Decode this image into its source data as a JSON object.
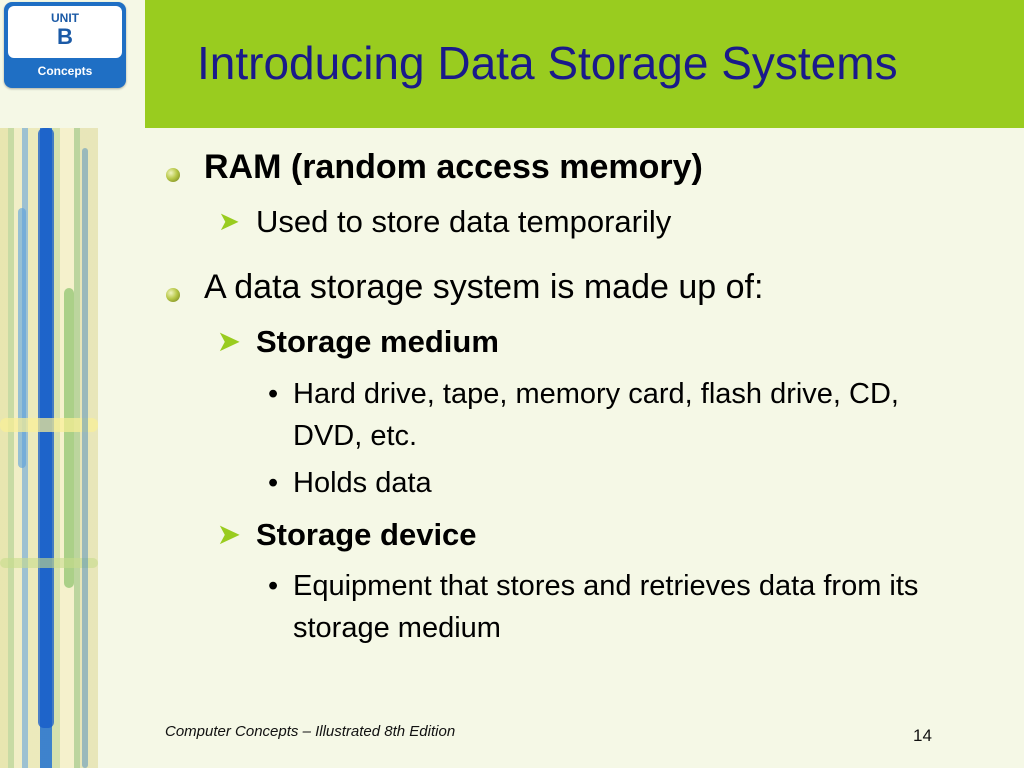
{
  "badge": {
    "unit_label": "UNIT",
    "unit_letter": "B",
    "subtitle": "Concepts"
  },
  "title": "Introducing Data Storage Systems",
  "bullets": {
    "ram": {
      "label": "RAM (random access memory)",
      "sub": "Used to store data temporarily"
    },
    "system": {
      "label": "A data storage system is made up of:",
      "medium": {
        "label": "Storage medium",
        "items": [
          "Hard drive, tape, memory card, flash drive, CD, DVD, etc.",
          "Holds data"
        ]
      },
      "device": {
        "label": "Storage device",
        "items": [
          "Equipment that stores and retrieves data from its storage medium"
        ]
      }
    }
  },
  "footer": {
    "left": "Computer Concepts – Illustrated 8th Edition",
    "page_number": "14"
  },
  "colors": {
    "title_bar": "#99cc1f",
    "title_text": "#1a1a8a",
    "background": "#f5f8e6",
    "badge": "#1f6fc4"
  }
}
